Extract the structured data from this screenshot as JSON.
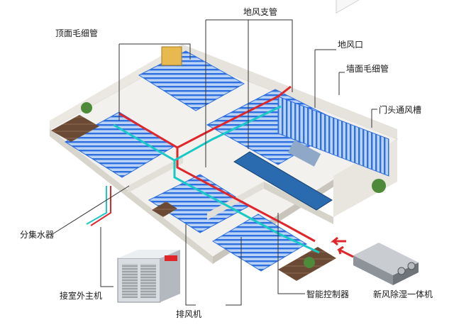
{
  "labels": {
    "floor_branch_duct": "地风支管",
    "ceiling_capillary": "顶面毛细管",
    "floor_vent": "地风口",
    "wall_capillary": "墙面毛细管",
    "door_vent_slot": "门头通风槽",
    "manifold": "分集水器",
    "outdoor_unit": "接室外主机",
    "exhaust_fan": "排风机",
    "smart_controller": "智能控制器",
    "fresh_air_dehumidifier": "新风除湿一体机"
  },
  "colors": {
    "capillary_blue": "#2f6fe0",
    "pipe_red": "#e0262b",
    "pipe_cyan": "#19c9c6",
    "floor": "#f2f1ed",
    "wall": "#e6e3dc",
    "leader_line": "#333333"
  }
}
